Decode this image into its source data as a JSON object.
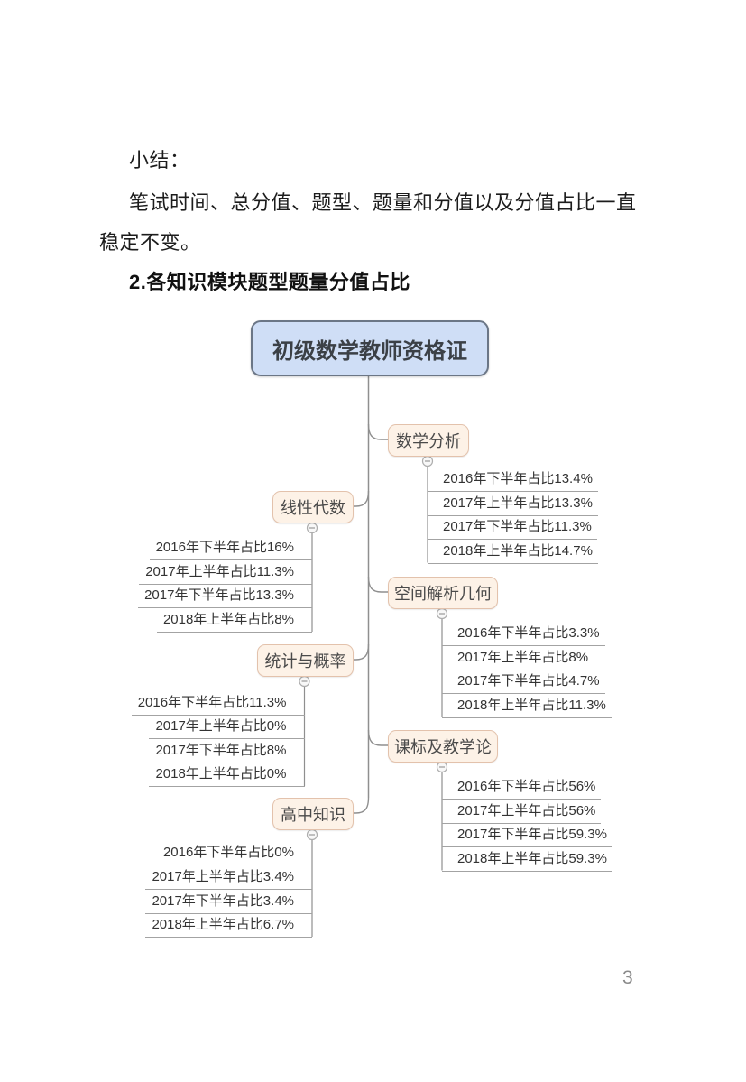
{
  "document": {
    "summary_label": "小结：",
    "summary_body_line1": "笔试时间、总分值、题型、题量和分值以及分值占比一直",
    "summary_body_line2": "稳定不变。",
    "section_heading": "2.各知识模块题型题量分值占比"
  },
  "mindmap": {
    "root_label": "初级数学教师资格证",
    "branches": [
      {
        "label": "数学分析",
        "side": "right",
        "children": [
          "2016年下半年占比13.4%",
          "2017年上半年占比13.3%",
          "2017年下半年占比11.3%",
          "2018年上半年占比14.7%"
        ]
      },
      {
        "label": "线性代数",
        "side": "left",
        "children": [
          "2016年下半年占比16%",
          "2017年上半年占比11.3%",
          "2017年下半年占比13.3%",
          "2018年上半年占比8%"
        ]
      },
      {
        "label": "空间解析几何",
        "side": "right",
        "children": [
          "2016年下半年占比3.3%",
          "2017年上半年占比8%",
          "2017年下半年占比4.7%",
          "2018年上半年占比11.3%"
        ]
      },
      {
        "label": "统计与概率",
        "side": "left",
        "children": [
          "2016年下半年占比11.3%",
          "2017年上半年占比0%",
          "2017年下半年占比8%",
          "2018年上半年占比0%"
        ]
      },
      {
        "label": "课标及教学论",
        "side": "right",
        "children": [
          "2016年下半年占比56%",
          "2017年上半年占比56%",
          "2017年下半年占比59.3%",
          "2018年上半年占比59.3%"
        ]
      },
      {
        "label": "高中知识",
        "side": "left",
        "children": [
          "2016年下半年占比0%",
          "2017年上半年占比3.4%",
          "2017年下半年占比3.4%",
          "2018年上半年占比6.7%"
        ]
      }
    ],
    "collapse_icon": "minus-circle"
  },
  "page": {
    "number": "3"
  },
  "colors": {
    "root_fill": "#cfdef6",
    "root_border": "#6b7686",
    "branch_fill": "#fdf2e7",
    "branch_border": "#e3c2ac",
    "connector": "#8f8f8f",
    "underline": "#a3a3a3",
    "text_dark": "#1c1c1c",
    "page_number": "#8a8a8a"
  }
}
